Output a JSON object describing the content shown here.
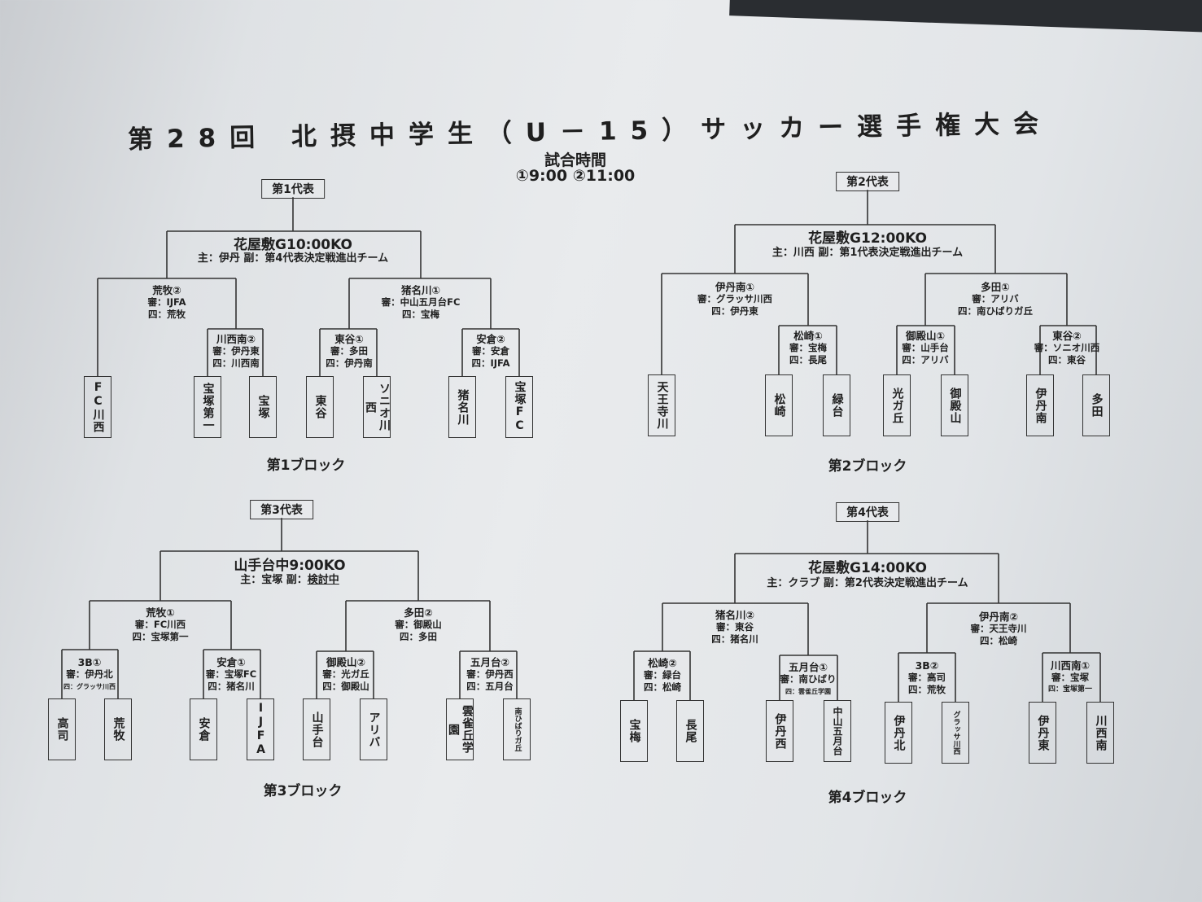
{
  "title": "第28回 北摂中学生（U－15）サッカー選手権大会",
  "match_times": {
    "label": "試合時間",
    "times": "①9:00 ②11:00"
  },
  "blocks": [
    {
      "name": "第1ブロック",
      "representative": "第1代表",
      "final": {
        "venue": "花屋敷G10:00KO",
        "officials": "主：伊丹 副：第4代表決定戦進出チーム"
      },
      "semis": [
        {
          "id": "荒牧②",
          "ref": "審：IJFA",
          "fourth": "四：荒牧"
        },
        {
          "id": "猪名川①",
          "ref": "審：中山五月台FC",
          "fourth": "四：宝梅"
        }
      ],
      "firsts": [
        {
          "id": "川西南②",
          "ref": "審：伊丹東",
          "fourth": "四：川西南"
        },
        {
          "id": "東谷①",
          "ref": "審：多田",
          "fourth": "四：伊丹南"
        },
        {
          "id": "安倉②",
          "ref": "審：安倉",
          "fourth": "四：IJFA"
        }
      ],
      "teams": [
        "FC川西",
        "宝塚第一",
        "宝塚",
        "東谷",
        "ソニオ川西",
        "猪名川",
        "宝塚FC"
      ]
    },
    {
      "name": "第2ブロック",
      "representative": "第2代表",
      "final": {
        "venue": "花屋敷G12:00KO",
        "officials": "主：川西 副：第1代表決定戦進出チーム"
      },
      "semis": [
        {
          "id": "伊丹南①",
          "ref": "審：グラッサ川西",
          "fourth": "四：伊丹東"
        },
        {
          "id": "多田①",
          "ref": "審：アリバ",
          "fourth": "四：南ひばりガ丘"
        }
      ],
      "firsts": [
        {
          "id": "松崎①",
          "ref": "審：宝梅",
          "fourth": "四：長尾"
        },
        {
          "id": "御殿山①",
          "ref": "審：山手台",
          "fourth": "四：アリバ"
        },
        {
          "id": "東谷②",
          "ref": "審：ソニオ川西",
          "fourth": "四：東谷"
        }
      ],
      "teams": [
        "天王寺川",
        "松崎",
        "緑台",
        "光ガ丘",
        "御殿山",
        "伊丹南",
        "多田"
      ]
    },
    {
      "name": "第3ブロック",
      "representative": "第3代表",
      "final": {
        "venue": "山手台中9:00KO",
        "officials_main": "主：宝塚 副：",
        "officials_pending": "検討中"
      },
      "semis": [
        {
          "id": "荒牧①",
          "ref": "審：FC川西",
          "fourth": "四：宝塚第一"
        },
        {
          "id": "多田②",
          "ref": "審：御殿山",
          "fourth": "四：多田"
        }
      ],
      "firsts": [
        {
          "id": "3B①",
          "ref": "審：伊丹北",
          "fourth": "四：グラッサ川西"
        },
        {
          "id": "安倉①",
          "ref": "審：宝塚FC",
          "fourth": "四：猪名川"
        },
        {
          "id": "御殿山②",
          "ref": "審：光ガ丘",
          "fourth": "四：御殿山"
        },
        {
          "id": "五月台②",
          "ref": "審：伊丹西",
          "fourth": "四：五月台"
        }
      ],
      "teams": [
        "高司",
        "荒牧",
        "安倉",
        "IJFA",
        "山手台",
        "アリバ",
        "雲雀丘学園",
        "南ひばりガ丘"
      ]
    },
    {
      "name": "第4ブロック",
      "representative": "第4代表",
      "final": {
        "venue": "花屋敷G14:00KO",
        "officials": "主：クラブ 副：第2代表決定戦進出チーム"
      },
      "semis": [
        {
          "id": "猪名川②",
          "ref": "審：東谷",
          "fourth": "四：猪名川"
        },
        {
          "id": "伊丹南②",
          "ref": "審：天王寺川",
          "fourth": "四：松崎"
        }
      ],
      "firsts": [
        {
          "id": "松崎②",
          "ref": "審：緑台",
          "fourth": "四：松崎"
        },
        {
          "id": "五月台①",
          "ref": "審：南ひばり",
          "fourth": "四：雲雀丘学園"
        },
        {
          "id": "3B②",
          "ref": "審：高司",
          "fourth": "四：荒牧"
        },
        {
          "id": "川西南①",
          "ref": "審：宝塚",
          "fourth": "四：宝塚第一"
        }
      ],
      "teams": [
        "宝梅",
        "長尾",
        "伊丹西",
        "中山五月台",
        "伊丹北",
        "グラッサ川西",
        "伊丹東",
        "川西南"
      ]
    }
  ]
}
